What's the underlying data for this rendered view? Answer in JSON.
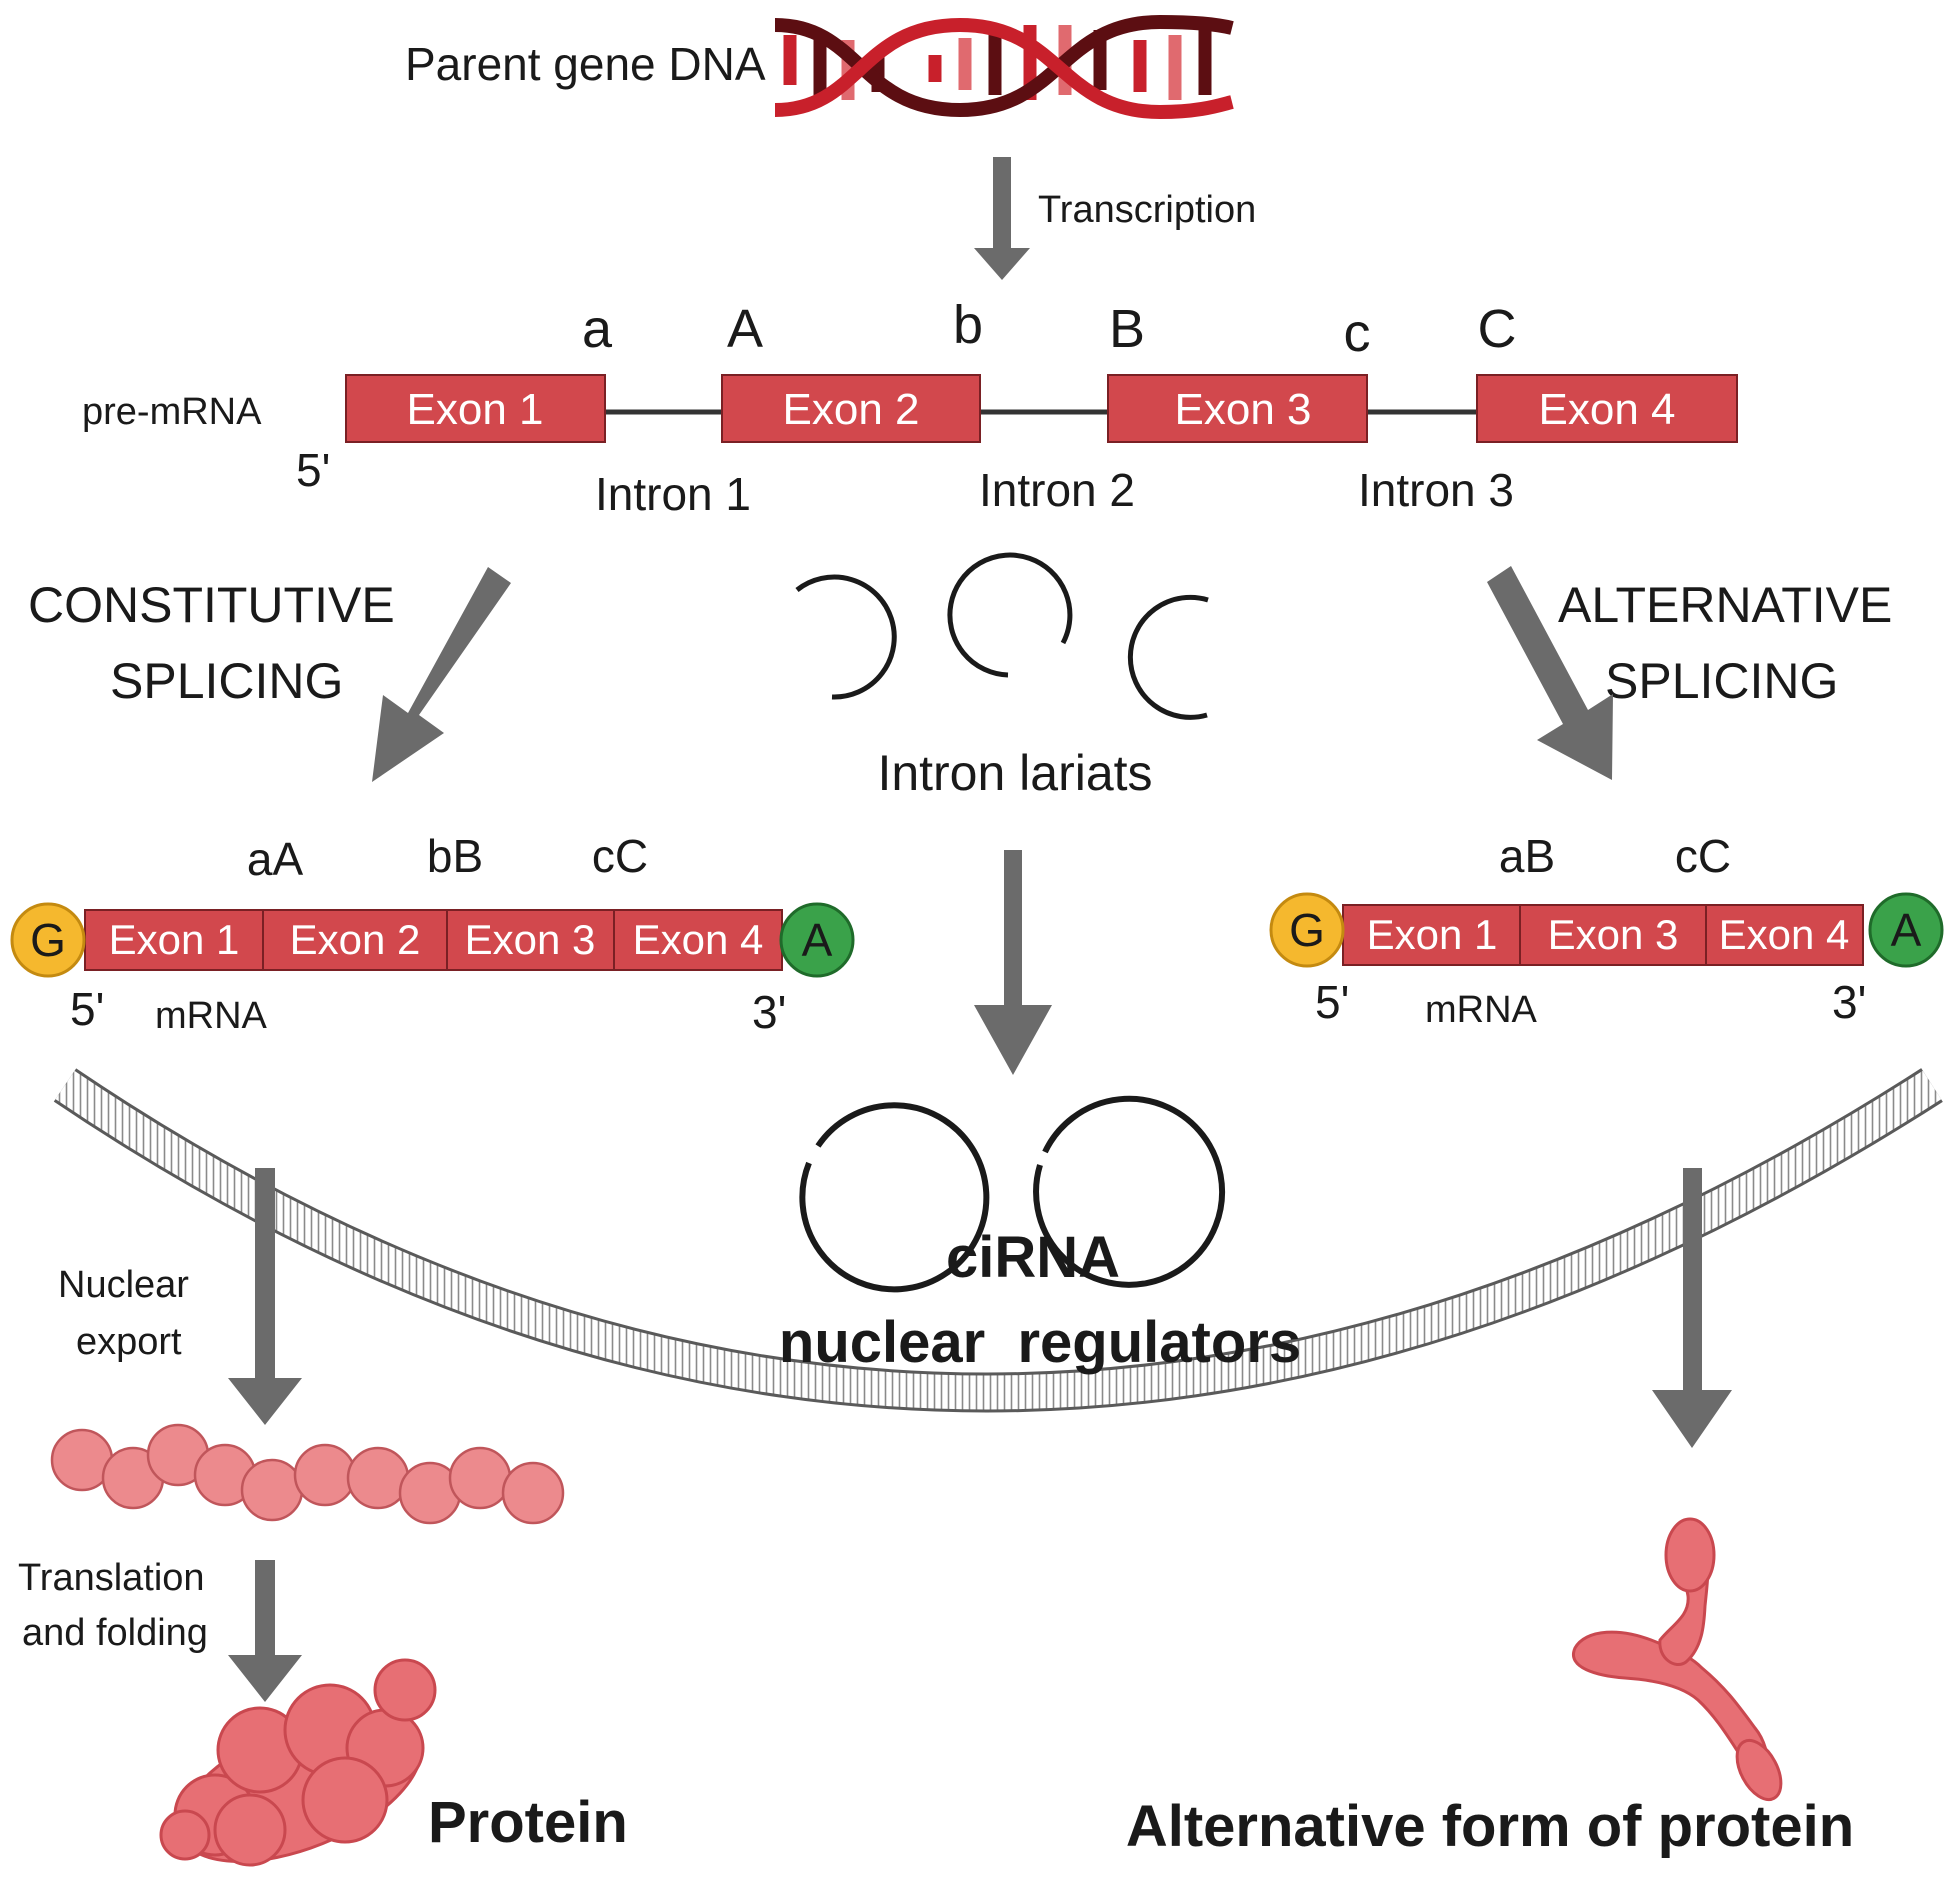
{
  "dna": {
    "label": "Parent gene DNA"
  },
  "transcription": {
    "label": "Transcription"
  },
  "pre_mrna": {
    "label": "pre-mRNA",
    "five_prime": "5'",
    "exons": [
      "Exon 1",
      "Exon 2",
      "Exon 3",
      "Exon 4"
    ],
    "introns": [
      "Intron 1",
      "Intron 2",
      "Intron 3"
    ],
    "sites": [
      "a",
      "A",
      "b",
      "B",
      "c",
      "C"
    ]
  },
  "constitutive": {
    "title_line1": "CONSTITUTIVE",
    "title_line2": "SPLICING",
    "junctions": [
      "aA",
      "bB",
      "cC"
    ],
    "exons": [
      "Exon 1",
      "Exon 2",
      "Exon 3",
      "Exon 4"
    ],
    "cap": "G",
    "tail": "A",
    "five_prime": "5'",
    "three_prime": "3'",
    "mrna_label": "mRNA"
  },
  "alternative": {
    "title_line1": "ALTERNATIVE",
    "title_line2": "SPLICING",
    "junctions": [
      "aB",
      "cC"
    ],
    "exons": [
      "Exon 1",
      "Exon 3",
      "Exon 4"
    ],
    "cap": "G",
    "tail": "A",
    "five_prime": "5'",
    "three_prime": "3'",
    "mrna_label": "mRNA"
  },
  "lariats": {
    "label": "Intron lariats"
  },
  "cirna": {
    "line1": "ciRNA",
    "line2": "nuclear  regulators"
  },
  "nuclear_export": {
    "line1": "Nuclear",
    "line2": "export"
  },
  "translation": {
    "line1": "Translation",
    "line2": "and folding"
  },
  "protein": {
    "label": "Protein"
  },
  "alt_protein": {
    "label": "Alternative form of protein"
  },
  "colors": {
    "exon": "#d2484d",
    "cap": "#f5b82e",
    "tail": "#3aa24a",
    "arrow": "#6b6b6b",
    "protein": "#ec8a8d",
    "dna_dark": "#5c0e12",
    "dna_red": "#c8202b"
  }
}
